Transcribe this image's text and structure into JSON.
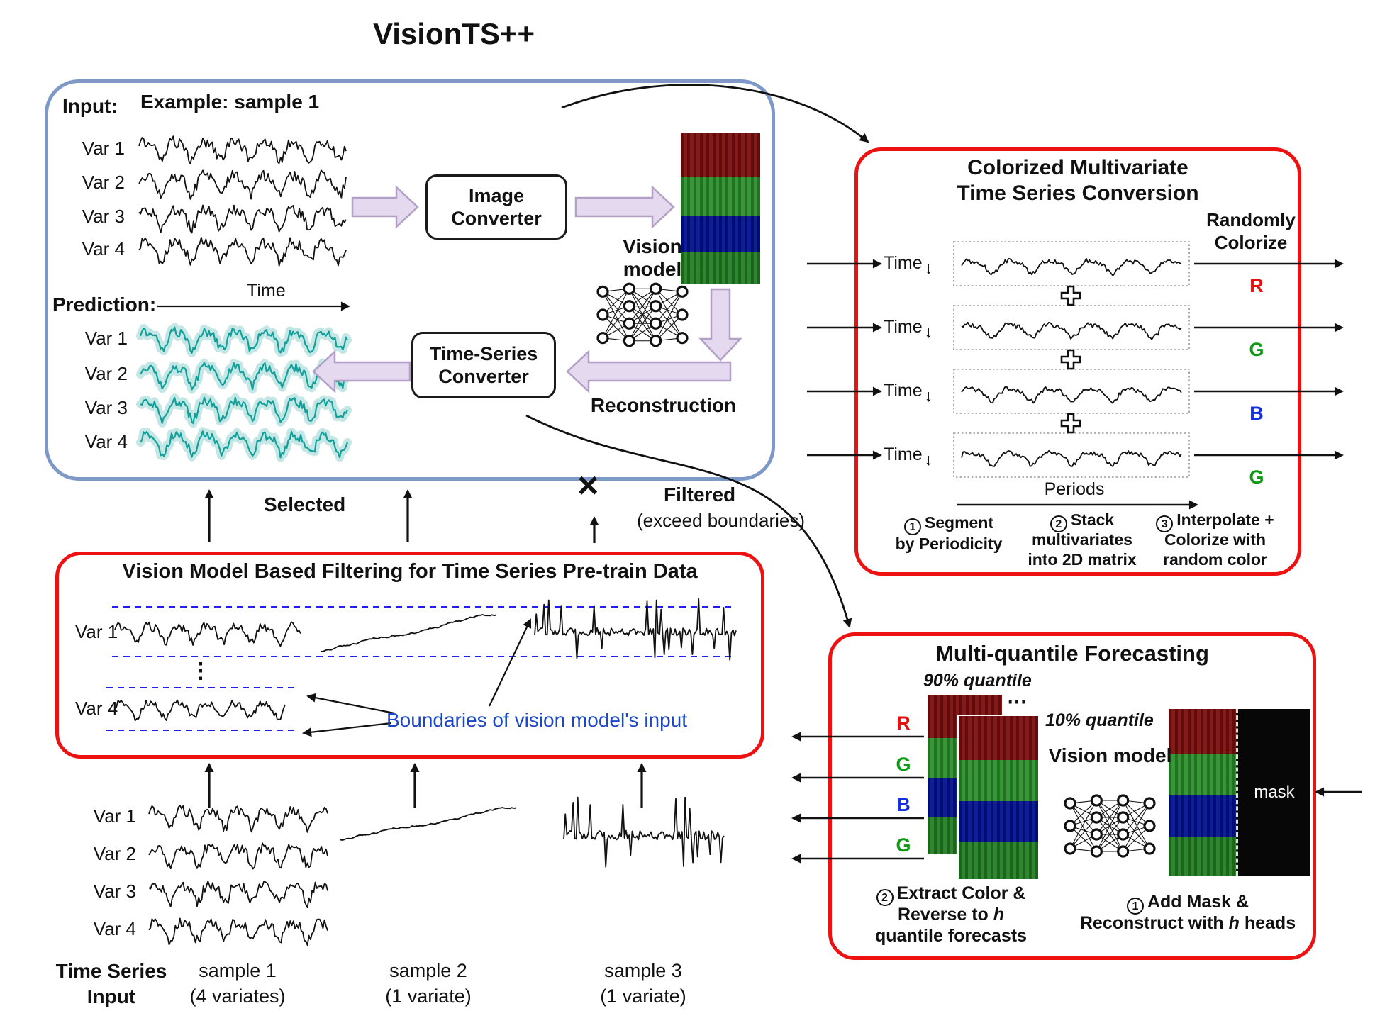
{
  "title": "VisionTS++",
  "colors": {
    "box_blue": "#7e99c7",
    "box_red": "#ee1111",
    "arrow_purple_fill": "#e4d9ee",
    "prediction_teal": "#12a19a",
    "boundary_blue": "#1a46c8",
    "channel_red": "#e01212",
    "channel_green": "#0e9a12",
    "channel_blue": "#1530dd"
  },
  "vars": [
    "Var 1",
    "Var 2",
    "Var 3",
    "Var 4"
  ],
  "main_box": {
    "input_label": "Input:",
    "example_label": "Example: sample 1",
    "time_label": "Time",
    "prediction_label": "Prediction:",
    "image_converter": "Image Converter",
    "vision_model": "Vision model",
    "time_series_converter": "Time-Series Converter",
    "reconstruction": "Reconstruction"
  },
  "flow": {
    "selected": "Selected",
    "cross": "×",
    "filtered": "Filtered",
    "filtered_sub": "(exceed boundaries)"
  },
  "filter_box": {
    "title": "Vision Model Based Filtering for Time Series Pre-train Data",
    "var_first": "Var 1",
    "var_last": "Var 4",
    "vdots": "⋮",
    "boundaries_label": "Boundaries of vision model's input"
  },
  "samples": {
    "input_title_1": "Time Series",
    "input_title_2": "Input",
    "s1_name": "sample 1",
    "s1_sub": "(4 variates)",
    "s2_name": "sample 2",
    "s2_sub": "(1 variate)",
    "s3_name": "sample 3",
    "s3_sub": "(1 variate)"
  },
  "colorize_box": {
    "title_1": "Colorized Multivariate",
    "title_2": "Time Series Conversion",
    "randomly": "Randomly",
    "colorize": "Colorize",
    "time": "Time",
    "time_arrow": "↓",
    "channels": [
      "R",
      "G",
      "B",
      "G"
    ],
    "periods": "Periods",
    "steps": [
      {
        "num": "1",
        "line1": "Segment",
        "line2": "by Periodicity"
      },
      {
        "num": "2",
        "line1": "Stack",
        "line2": "multivariates",
        "line3": "into 2D matrix"
      },
      {
        "num": "3",
        "line1": "Interpolate +",
        "line2": "Colorize with",
        "line3": "random color"
      }
    ]
  },
  "quantile_box": {
    "title": "Multi-quantile Forecasting",
    "q90": "90% quantile",
    "dots": "⋯",
    "q10": "10% quantile",
    "channels": [
      "R",
      "G",
      "B",
      "G"
    ],
    "vision_model": "Vision model",
    "mask": "mask",
    "step_extract": {
      "num": "2",
      "line1": "Extract Color &",
      "line2_pre": "Reverse to ",
      "line2_it": "h",
      "line3": "quantile forecasts"
    },
    "step_mask": {
      "num": "1",
      "line1": "Add Mask &",
      "line2_pre": "Reconstruct with ",
      "line2_it": "h",
      "line2_post": " heads"
    }
  }
}
